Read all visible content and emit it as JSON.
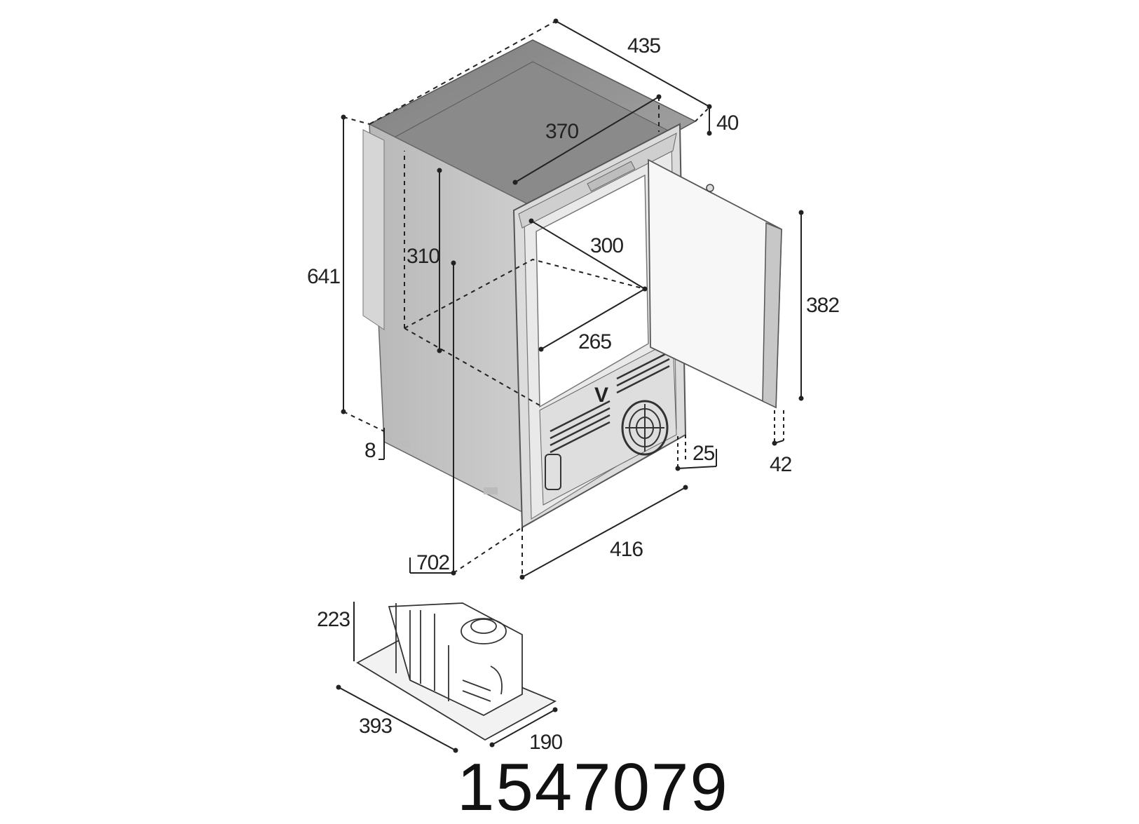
{
  "dimensions": {
    "outer_width": "435",
    "flange_depth": "40",
    "inner_width": "370",
    "height_total": "641",
    "inner_height": "310",
    "inner_depth": "300",
    "opening_width": "265",
    "door_height": "382",
    "feet_height": "8",
    "flange_side": "25",
    "door_thickness": "42",
    "front_width": "416",
    "depth_total": "702",
    "unit_height": "223",
    "unit_length": "393",
    "unit_width": "190"
  },
  "product_code": "1547079"
}
